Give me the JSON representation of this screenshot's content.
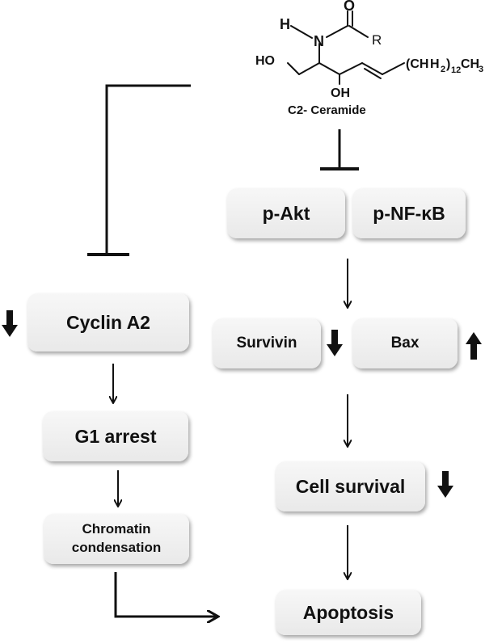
{
  "compound": {
    "name": "C2- Ceramide",
    "atoms": {
      "h": "H",
      "n": "N",
      "o": "O",
      "r": "R",
      "ho": "HO",
      "oh": "OH",
      "chain_main": "(CH",
      "chain_close": ")",
      "chain_sub": "12",
      "chain_end": "CH",
      "chain_end_sub": "3"
    }
  },
  "right_pathway": {
    "targets": [
      "p-Akt",
      "p-NF-κB"
    ],
    "markers": [
      {
        "label": "Survivin",
        "direction": "down"
      },
      {
        "label": "Bax",
        "direction": "up"
      }
    ],
    "survival": {
      "label": "Cell survival",
      "direction": "down"
    },
    "outcome": "Apoptosis"
  },
  "left_pathway": {
    "cyclin": {
      "label": "Cyclin A2",
      "direction": "down"
    },
    "arrest": "G1 arrest",
    "condensation_line1": "Chromatin",
    "condensation_line2": "condensation"
  }
}
